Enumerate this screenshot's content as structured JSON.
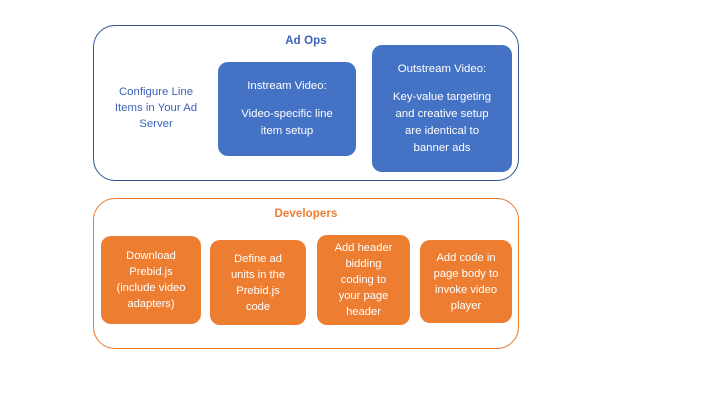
{
  "diagram": {
    "type": "grouped-process-diagram",
    "colors": {
      "blue_fill": "#4472C4",
      "blue_text": "#3A62B8",
      "blue_border": "#2E5496",
      "orange_fill": "#ED7D31",
      "orange_border": "#E8792B",
      "background": "#FFFFFF"
    },
    "groups": [
      {
        "id": "ad-ops",
        "title": "Ad Ops",
        "nodes": [
          {
            "id": "configure-line-items",
            "style": "plain-text",
            "lines": [
              "Configure Line",
              "Items in Your Ad",
              "Server"
            ]
          },
          {
            "id": "instream-video",
            "style": "filled-blue",
            "heading": "Instream Video:",
            "lines": [
              "Video-specific line",
              "item setup"
            ]
          },
          {
            "id": "outstream-video",
            "style": "filled-blue",
            "heading": "Outstream Video:",
            "lines": [
              "Key-value targeting",
              "and creative setup",
              "are identical to",
              "banner ads"
            ]
          }
        ]
      },
      {
        "id": "developers",
        "title": "Developers",
        "nodes": [
          {
            "id": "download-prebid",
            "style": "filled-orange",
            "lines": [
              "Download",
              "Prebid.js",
              "(include video",
              "adapters)"
            ]
          },
          {
            "id": "define-ad-units",
            "style": "filled-orange",
            "lines": [
              "Define ad",
              "units in the",
              "Prebid.js",
              "code"
            ]
          },
          {
            "id": "add-header-bidding",
            "style": "filled-orange",
            "lines": [
              "Add header",
              "bidding",
              "coding to",
              "your page",
              "header"
            ]
          },
          {
            "id": "add-code-page-body",
            "style": "filled-orange",
            "lines": [
              "Add code in",
              "page body to",
              "invoke video",
              "player"
            ]
          }
        ]
      }
    ]
  }
}
